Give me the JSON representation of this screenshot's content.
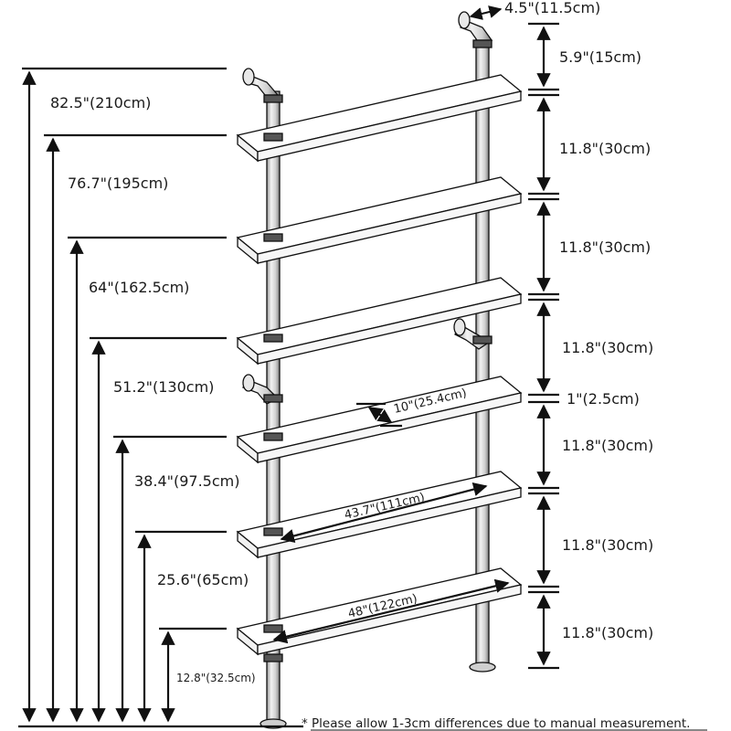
{
  "heights": [
    {
      "text": "82.5\"(210cm)"
    },
    {
      "text": "76.7\"(195cm)"
    },
    {
      "text": "64\"(162.5cm)"
    },
    {
      "text": "51.2\"(130cm)"
    },
    {
      "text": "38.4\"(97.5cm)"
    },
    {
      "text": "25.6\"(65cm)"
    },
    {
      "text": "12.8\"(32.5cm)"
    }
  ],
  "spacings": [
    {
      "text": "5.9\"(15cm)"
    },
    {
      "text": "11.8\"(30cm)"
    },
    {
      "text": "11.8\"(30cm)"
    },
    {
      "text": "11.8\"(30cm)"
    },
    {
      "text": "1\"(2.5cm)"
    },
    {
      "text": "11.8\"(30cm)"
    },
    {
      "text": "11.8\"(30cm)"
    },
    {
      "text": "11.8\"(30cm)"
    }
  ],
  "wall_offset": "4.5\"(11.5cm)",
  "shelf_depth": "10\"(25.4cm)",
  "inner_width": "43.7\"(111cm)",
  "shelf_width": "48\"(122cm)",
  "note": "* Please allow 1-3cm differences due to manual measurement."
}
